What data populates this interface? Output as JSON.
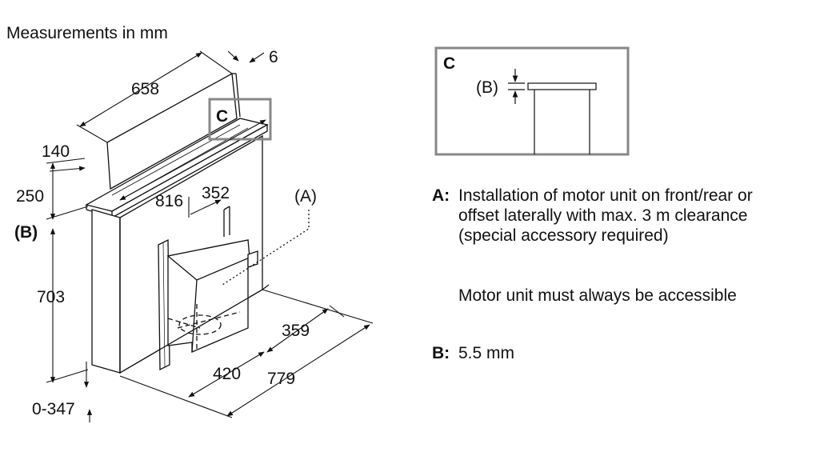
{
  "title": "Measurements in mm",
  "dimensions": {
    "top_width": "658",
    "top_thickness": "6",
    "depth_front": "140",
    "height_upper": "250",
    "gap_b": "(B)",
    "height_body": "703",
    "adjust": "0-347",
    "inner_width": "816",
    "motor_width": "352",
    "motor_depth": "359",
    "width_lower": "420",
    "depth_total": "779"
  },
  "callouts": {
    "a": "(A)",
    "c": "C"
  },
  "detail": {
    "label": "C",
    "b_label": "(B)"
  },
  "legend": {
    "a_key": "A:",
    "a_text": "Installation of motor unit on front/rear or\noffset laterally with max. 3 m clearance\n(special accessory required)",
    "motor_note": "Motor unit must always be accessible",
    "b_key": "B:",
    "b_text": "5.5 mm"
  }
}
